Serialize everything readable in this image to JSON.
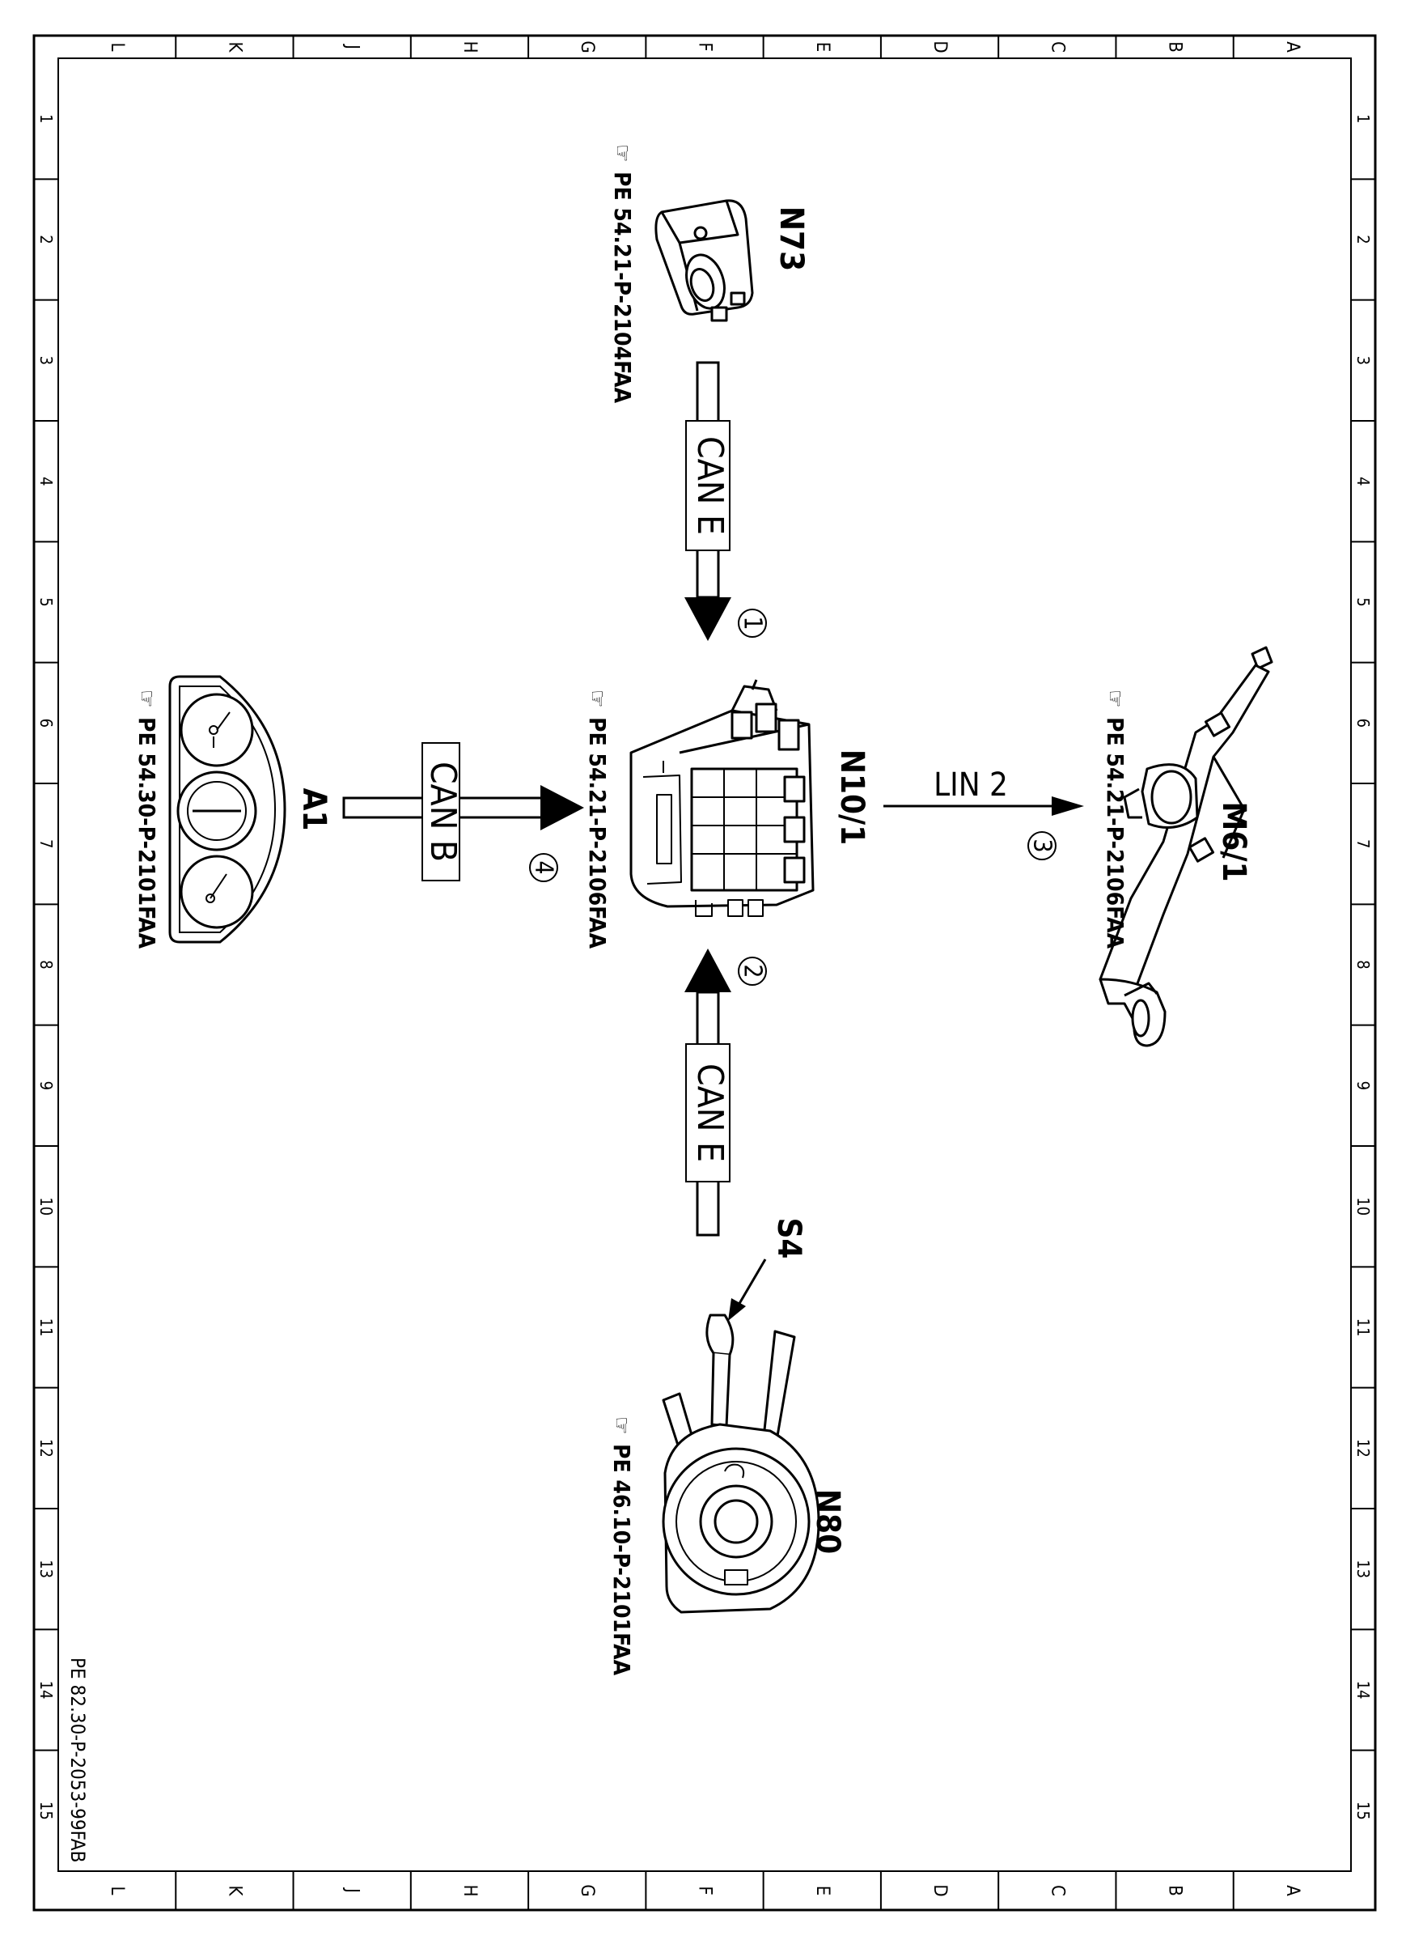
{
  "frame": {
    "columns": [
      "L",
      "K",
      "J",
      "H",
      "G",
      "F",
      "E",
      "D",
      "C",
      "B",
      "A"
    ],
    "rows": [
      "1",
      "2",
      "3",
      "4",
      "5",
      "6",
      "7",
      "8",
      "9",
      "10",
      "11",
      "12",
      "13",
      "14",
      "15"
    ]
  },
  "components": {
    "n73": {
      "label": "N73",
      "ref": "PE 54.21-P-2104FAA"
    },
    "n10_1": {
      "label": "N10/1",
      "ref": "PE 54.21-P-2106FAA"
    },
    "m6_1": {
      "label": "M6/1",
      "ref": "PE 54.21-P-2106FAA"
    },
    "a1": {
      "label": "A1",
      "ref": "PE 54.30-P-2101FAA"
    },
    "n80": {
      "label": "N80",
      "ref": "PE 46.10-P-2101FAA"
    },
    "s4": {
      "label": "S4"
    }
  },
  "connections": {
    "c1": {
      "bus": "CAN E",
      "num": "1"
    },
    "c2": {
      "bus": "CAN E",
      "num": "2"
    },
    "c3": {
      "bus": "LIN 2",
      "num": "3"
    },
    "c4": {
      "bus": "CAN B",
      "num": "4"
    }
  },
  "doc_id": "PE 82.30-P-2053-99FAB"
}
